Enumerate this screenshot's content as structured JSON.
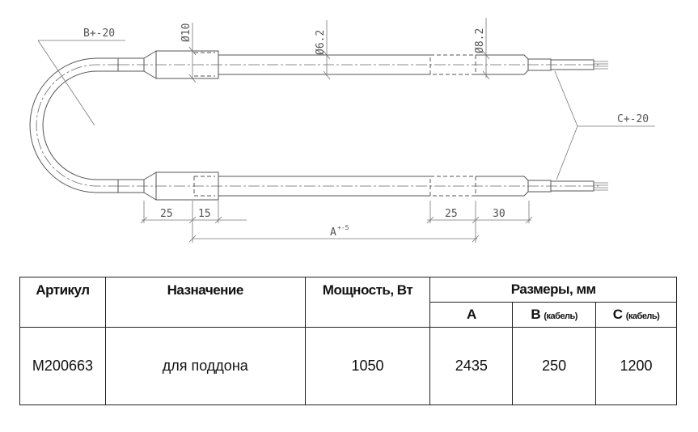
{
  "drawing": {
    "labels": {
      "b_tolerance": "B+-20",
      "c_tolerance": "C+-20",
      "diam_10": "Ø10",
      "diam_6_2": "Ø6.2",
      "diam_8_2": "Ø8.2",
      "dim_25_left": "25",
      "dim_15": "15",
      "dim_25_right": "25",
      "dim_30": "30",
      "dim_a": "A",
      "dim_a_tol": "+-5"
    }
  },
  "table": {
    "headers": {
      "article": "Артикул",
      "purpose": "Назначение",
      "power": "Мощность, Вт",
      "sizes": "Размеры, мм",
      "a": "A",
      "b": "B",
      "b_note": "(кабель)",
      "c": "C",
      "c_note": "(кабель)"
    },
    "rows": [
      {
        "article": "M200663",
        "purpose": "для поддона",
        "power": "1050",
        "a": "2435",
        "b": "250",
        "c": "1200"
      }
    ]
  }
}
